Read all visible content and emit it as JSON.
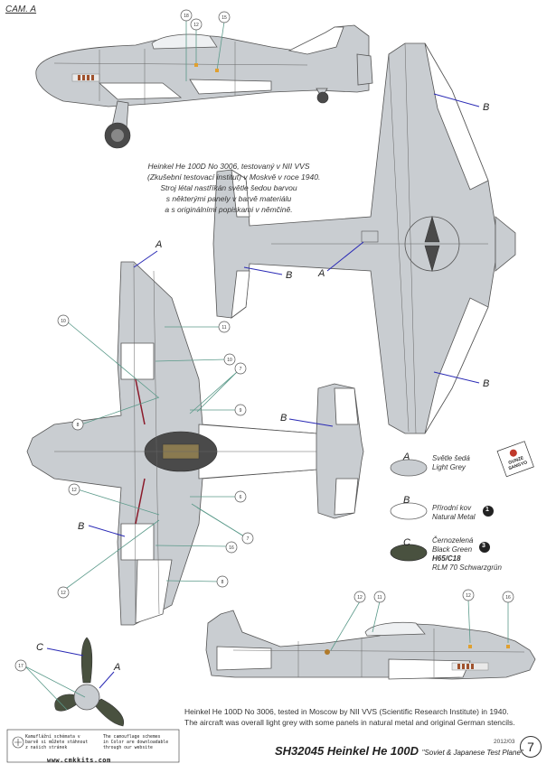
{
  "camo_label": "CAM. A",
  "description_cz": [
    "Heinkel He 100D No 3006, testovaný v NII VVS",
    "(Zkušební testovací institut) v Moskvě v roce 1940.",
    "Stroj létal nastříkán světle šedou barvou",
    "s některými panely v barvě materiálu",
    "a s originálními popiskami v němčině."
  ],
  "description_en": [
    "Heinkel He 100D No 3006, tested in Moscow by NII VVS (Scientific Research Institute) in 1940.",
    "The aircraft was overall light grey with some panels in natural metal and original German stencils."
  ],
  "legend": [
    {
      "letter": "A",
      "lines": [
        "Světle šedá",
        "Light Grey"
      ],
      "color": "#c9cdd1"
    },
    {
      "letter": "B",
      "lines": [
        "Přírodní kov",
        "Natural Metal"
      ],
      "color": "#ffffff",
      "badge": "1"
    },
    {
      "letter": "C",
      "lines": [
        "Černozelená",
        "Black Green",
        "H65/C18",
        "RLM 70 Schwarzgrün"
      ],
      "color": "#49513f",
      "badge": "3"
    }
  ],
  "callouts": [
    "18",
    "12",
    "15",
    "10",
    "11",
    "10",
    "7",
    "9",
    "8",
    "12",
    "6",
    "7",
    "16",
    "8",
    "12",
    "11",
    "12",
    "16",
    "17"
  ],
  "area_labels": [
    "A",
    "B",
    "B",
    "B",
    "A",
    "B",
    "B",
    "C",
    "A"
  ],
  "kit_code": "SH32045 Heinkel He 100D",
  "kit_subtitle": "\"Soviet & Japanese Test Plane\"",
  "date_code": "2012/03",
  "page_number": "7",
  "stamp_cz": [
    "Kamuflážní schémata v",
    "barvě si můžete stáhnout",
    "z našich stránek"
  ],
  "stamp_en": [
    "The camouflage schemes",
    "in Color are downloadable",
    "through our website"
  ],
  "stamp_url": "www.cmkkits.com",
  "gunze_logo": [
    "GUNZE",
    "SANGYO"
  ],
  "colors": {
    "light_grey": "#c9cdd1",
    "natural_metal": "#ffffff",
    "black_green": "#49513f",
    "outline": "#555555",
    "line_green": "#5b9a8a",
    "line_blue": "#2a2ab5"
  }
}
